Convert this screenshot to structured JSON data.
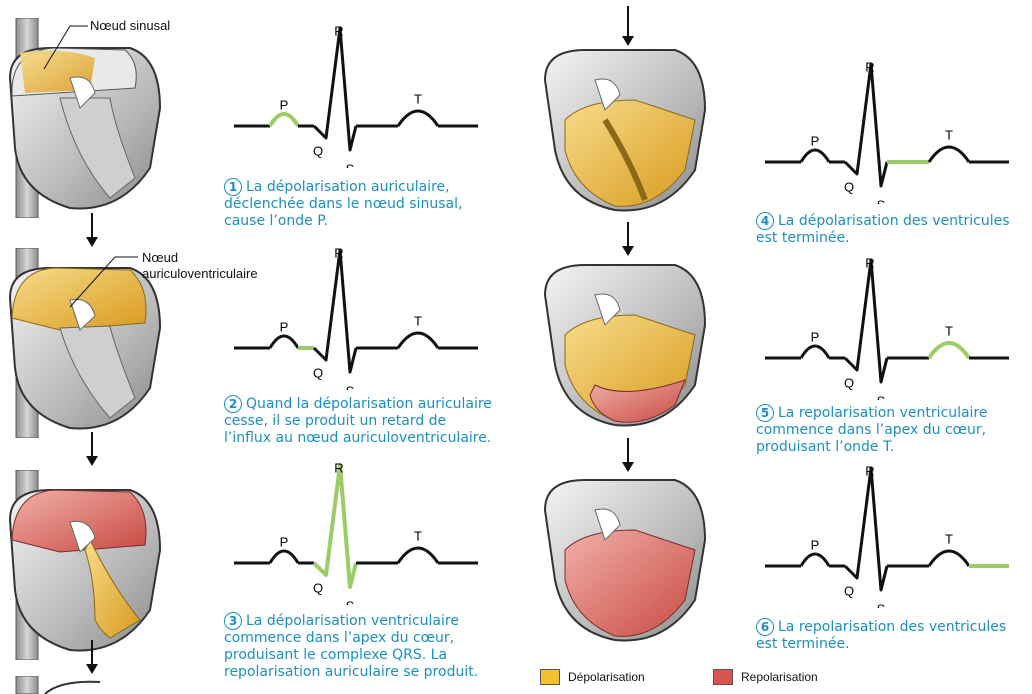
{
  "labels": {
    "sinus_node": "Nœud sinusal",
    "av_node_line1": "Nœud",
    "av_node_line2": "auriculoventriculaire"
  },
  "ecg_letters": {
    "P": "P",
    "Q": "Q",
    "R": "R",
    "S": "S",
    "T": "T"
  },
  "steps": [
    {
      "num": "1",
      "lines": [
        "La dépolarisation auriculaire,",
        "déclenchée dans le nœud sinusal,",
        "cause l’onde P."
      ]
    },
    {
      "num": "2",
      "lines": [
        "Quand la dépolarisation auriculaire",
        "cesse, il se produit un retard de",
        "l’influx au nœud auriculoventriculaire."
      ]
    },
    {
      "num": "3",
      "lines": [
        "La dépolarisation ventriculaire",
        "commence dans l’apex du cœur,",
        "produisant le complexe QRS. La",
        "repolarisation auriculaire se produit."
      ]
    },
    {
      "num": "4",
      "lines": [
        "La dépolarisation des ventricules",
        "est terminée."
      ]
    },
    {
      "num": "5",
      "lines": [
        "La repolarisation ventriculaire",
        "commence dans l’apex du cœur,",
        "produisant l’onde T."
      ]
    },
    {
      "num": "6",
      "lines": [
        "La repolarisation des ventricules",
        "est terminée."
      ]
    }
  ],
  "legend": {
    "depol": "Dépolarisation",
    "repol": "Repolarisation"
  },
  "colors": {
    "depol": "#f2c12e",
    "repol": "#d9534f",
    "highlight": "#9ccc65",
    "caption": "#1a8fc4"
  }
}
